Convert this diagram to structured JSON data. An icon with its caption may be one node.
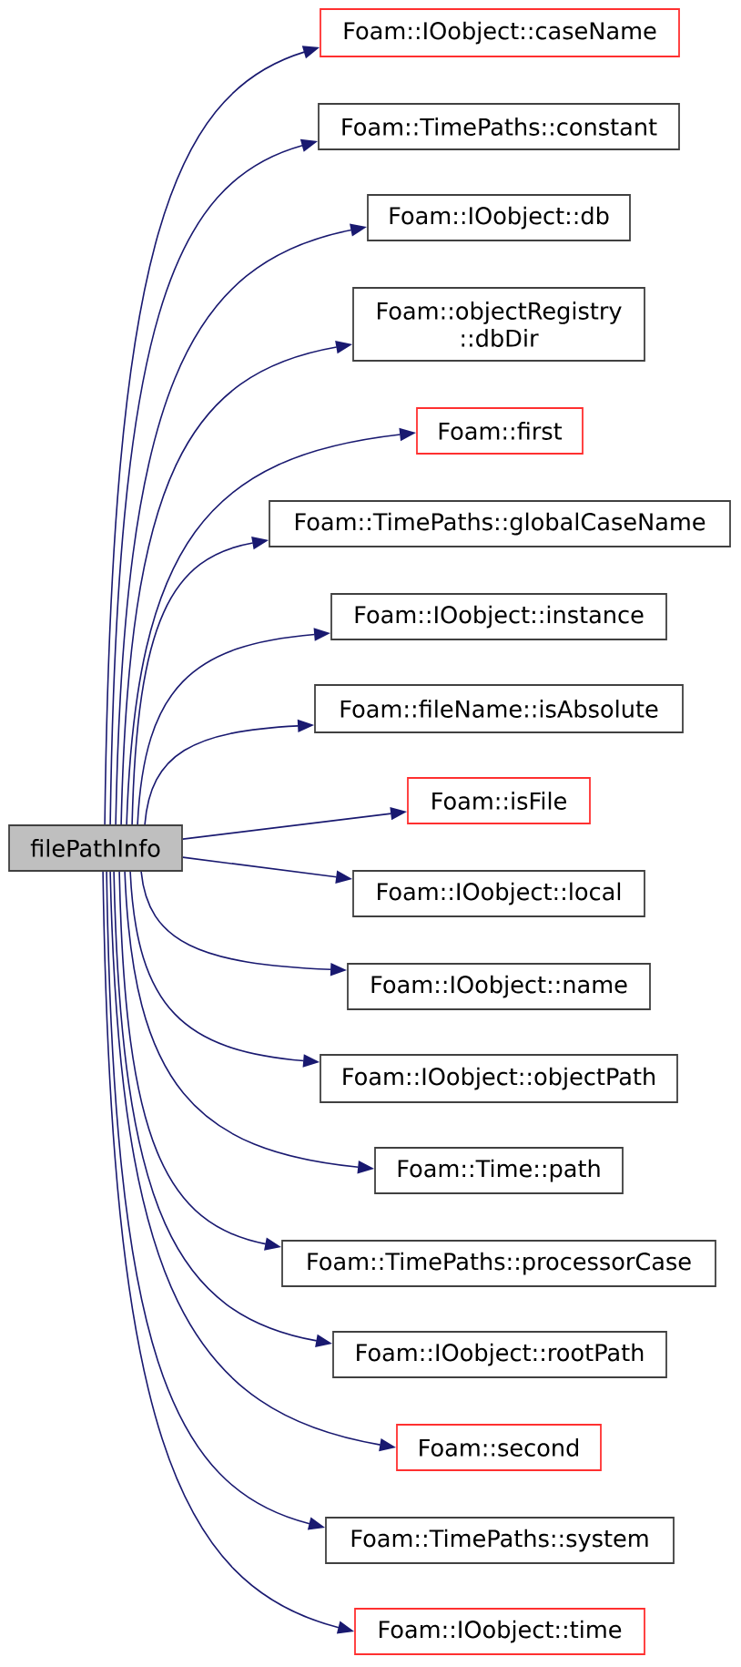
{
  "diagram": {
    "nodes": [
      {
        "text": [
          "filePathInfo"
        ]
      },
      {
        "text": [
          "Foam::IOobject::caseName"
        ]
      },
      {
        "text": [
          "Foam::TimePaths::constant"
        ]
      },
      {
        "text": [
          "Foam::IOobject::db"
        ]
      },
      {
        "text": [
          "Foam::objectRegistry ::dbDir"
        ]
      },
      {
        "text": [
          "Foam::first"
        ]
      },
      {
        "text": [
          "Foam::TimePaths::globalCaseName"
        ]
      },
      {
        "text": [
          "Foam::IOobject::instance"
        ]
      },
      {
        "text": [
          "Foam::fileName::isAbsolute"
        ]
      },
      {
        "text": [
          "Foam::isFile"
        ]
      },
      {
        "text": [
          "Foam::IOobject::local"
        ]
      },
      {
        "text": [
          "Foam::IOobject::name"
        ]
      },
      {
        "text": [
          "Foam::IOobject::objectPath"
        ]
      },
      {
        "text": [
          "Foam::Time::path"
        ]
      },
      {
        "text": [
          "Foam::TimePaths::processorCase"
        ]
      },
      {
        "text": [
          "Foam::IOobject::rootPath"
        ]
      },
      {
        "text": [
          "Foam::second"
        ]
      },
      {
        "text": [
          "Foam::TimePaths::system"
        ]
      },
      {
        "text": [
          "Foam::IOobject::time"
        ]
      }
    ],
    "edges": [
      {
        "from": 0,
        "to": 1,
        "arrow": "to"
      },
      {
        "from": 0,
        "to": 2,
        "arrow": "to"
      },
      {
        "from": 0,
        "to": 3,
        "arrow": "to"
      },
      {
        "from": 0,
        "to": 4,
        "arrow": "to"
      },
      {
        "from": 0,
        "to": 5,
        "arrow": "to"
      },
      {
        "from": 0,
        "to": 6,
        "arrow": "to"
      },
      {
        "from": 0,
        "to": 7,
        "arrow": "to"
      },
      {
        "from": 0,
        "to": 8,
        "arrow": "to"
      },
      {
        "from": 0,
        "to": 9,
        "arrow": "to"
      },
      {
        "from": 0,
        "to": 10,
        "arrow": "to"
      },
      {
        "from": 0,
        "to": 11,
        "arrow": "to"
      },
      {
        "from": 0,
        "to": 12,
        "arrow": "to"
      },
      {
        "from": 0,
        "to": 13,
        "arrow": "to"
      },
      {
        "from": 0,
        "to": 14,
        "arrow": "to"
      },
      {
        "from": 0,
        "to": 15,
        "arrow": "to"
      },
      {
        "from": 0,
        "to": 16,
        "arrow": "to"
      },
      {
        "from": 0,
        "to": 17,
        "arrow": "to"
      },
      {
        "from": 0,
        "to": 18,
        "arrow": "to"
      }
    ]
  }
}
